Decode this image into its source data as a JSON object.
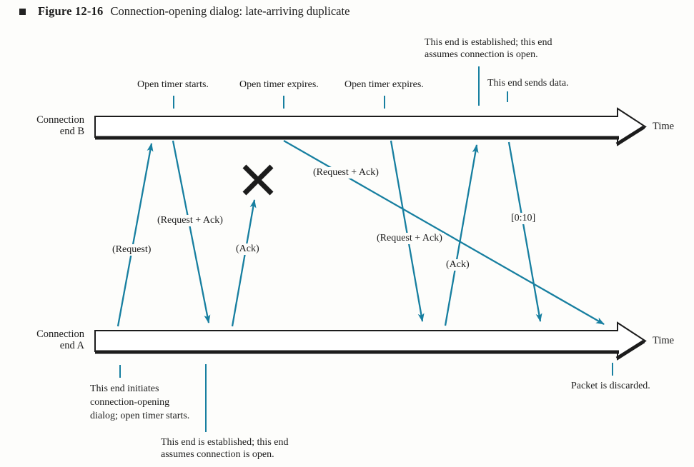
{
  "figure": {
    "label": "Figure 12-16",
    "title": "Connection-opening dialog: late-arriving duplicate"
  },
  "colors": {
    "arrow_teal": "#177fa0",
    "ink": "#1c1c1c",
    "paper": "#fdfdfb"
  },
  "timeline_top": {
    "label_line1": "Connection",
    "label_line2": "end B",
    "time_label": "Time"
  },
  "timeline_bottom": {
    "label_line1": "Connection",
    "label_line2": "end A",
    "time_label": "Time"
  },
  "top_annotations": {
    "open_timer_starts": "Open timer starts.",
    "open_timer_expires_1": "Open timer expires.",
    "open_timer_expires_2": "Open timer expires.",
    "established": {
      "lines": [
        "This end is established; this end",
        "assumes connection is open."
      ]
    },
    "sends_data": "This end sends data."
  },
  "bottom_annotations": {
    "initiates": {
      "lines": [
        "This end initiates",
        "connection-opening",
        "dialog; open timer starts."
      ]
    },
    "established": {
      "lines": [
        "This end is established; this end",
        "assumes connection is open."
      ]
    },
    "packet_discarded": "Packet is discarded."
  },
  "messages": {
    "request": "(Request)",
    "request_ack_1": "(Request + Ack)",
    "ack_1": "(Ack)",
    "request_ack_duplicate": "(Request + Ack)",
    "request_ack_2": "(Request + Ack)",
    "ack_2": "(Ack)",
    "data_segment": "[0:10]"
  }
}
